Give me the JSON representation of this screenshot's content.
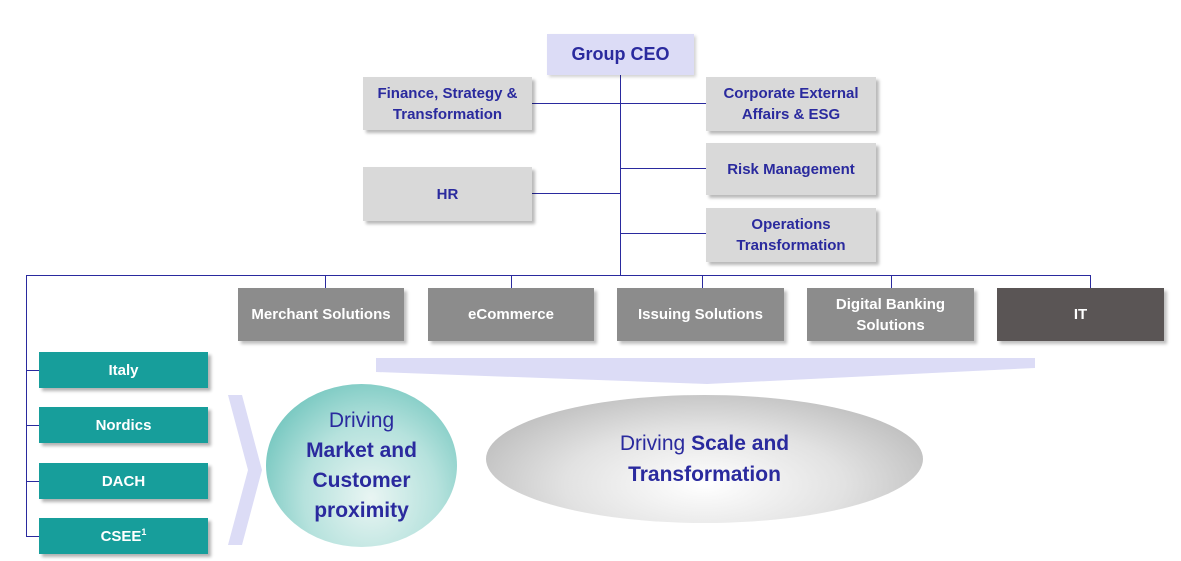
{
  "ceo": {
    "label": "Group CEO"
  },
  "staff": {
    "finance": [
      "Finance, Strategy &",
      "Transformation"
    ],
    "hr": "HR",
    "corporate": [
      "Corporate External",
      "Affairs & ESG"
    ],
    "risk": "Risk Management",
    "operations": [
      "Operations",
      "Transformation"
    ]
  },
  "divisions": {
    "merchant": "Merchant Solutions",
    "ecommerce": "eCommerce",
    "issuing": "Issuing Solutions",
    "digital": [
      "Digital Banking",
      "Solutions"
    ],
    "it": "IT"
  },
  "regions": {
    "italy": "Italy",
    "nordics": "Nordics",
    "dach": "DACH",
    "csee": "CSEE",
    "csee_sup": "1"
  },
  "market": {
    "lead": "Driving",
    "lines": [
      "Market and",
      "Customer",
      "proximity"
    ]
  },
  "scale": {
    "lead": "Driving",
    "strong": "Scale and",
    "line2": "Transformation"
  },
  "colors": {
    "connector": "#2a2a9e",
    "staff_bg": "#d9d9d9",
    "division_bg": "#8c8c8c",
    "it_bg": "#5a5555",
    "region_bg": "#179e9b",
    "text_blue": "#2a2a9e"
  }
}
